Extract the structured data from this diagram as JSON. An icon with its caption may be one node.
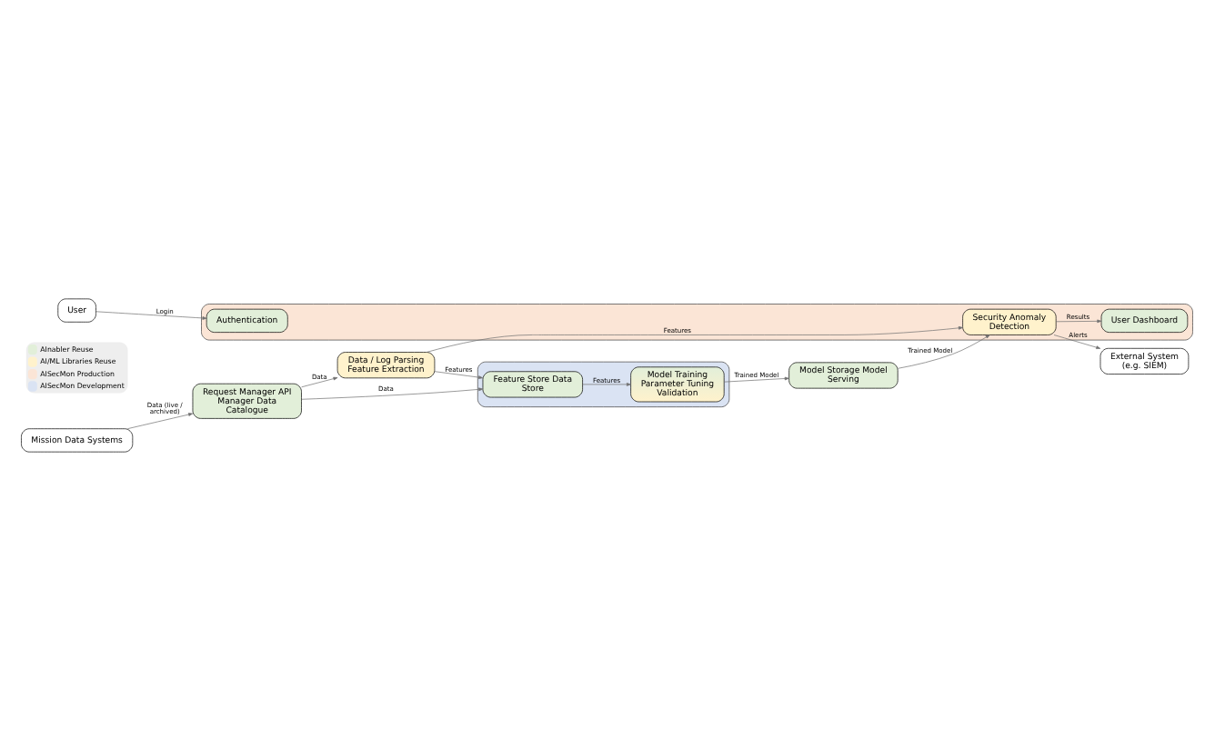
{
  "diagram": {
    "nodes": [
      {
        "text": [
          "External System (e.g. SIEM)"
        ]
      },
      {
        "text": [
          "User"
        ]
      },
      {
        "text": [
          "Mission Data Systems"
        ]
      },
      {
        "text": [],
        "shape": "box"
      },
      {
        "text": [
          "Security Anomaly Detection"
        ],
        "in": 3
      },
      {
        "text": [
          "Authentication"
        ],
        "in": 3
      },
      {
        "text": [
          "User Dashboard"
        ],
        "in": 3
      },
      {
        "text": [
          "Request Manager API Manager Data Catalogue"
        ]
      },
      {
        "text": [
          "Data / Log Parsing Feature Extraction"
        ]
      },
      {
        "text": [
          "Model Storage Model Serving"
        ]
      },
      {
        "text": [],
        "shape": "box"
      },
      {
        "text": [
          "Feature Store Data Store"
        ],
        "in": 10
      },
      {
        "text": [
          "Model Training Parameter Tuning Validation"
        ],
        "in": 10
      }
    ],
    "edges": [
      {
        "from": 4,
        "to": 0,
        "arrow": "to",
        "label": "Alerts"
      },
      {
        "from": 1,
        "to": 5,
        "arrow": "to",
        "label": "Login"
      },
      {
        "from": 4,
        "to": 6,
        "arrow": "to",
        "label": "Results"
      },
      {
        "from": 2,
        "to": 7,
        "arrow": "to",
        "label": "Data (live / archived)"
      },
      {
        "from": 8,
        "to": 4,
        "arrow": "to",
        "label": "Features"
      },
      {
        "from": 9,
        "to": 4,
        "arrow": "to",
        "label": "Trained Model"
      },
      {
        "from": 7,
        "to": 8,
        "arrow": "to",
        "label": "Data"
      },
      {
        "from": 7,
        "to": 11,
        "arrow": "to",
        "label": "Data"
      },
      {
        "from": 8,
        "to": 11,
        "arrow": "to",
        "label": "Features"
      },
      {
        "from": 11,
        "to": 12,
        "arrow": "to",
        "label": "Features"
      },
      {
        "from": 12,
        "to": 9,
        "arrow": "to",
        "label": "Trained Model"
      }
    ],
    "legend": [
      {
        "text": "AInabler Reuse",
        "color": "#e2efd9"
      },
      {
        "text": "AI/ML Libraries Reuse",
        "color": "#fff2cc"
      },
      {
        "text": "AISecMon Production",
        "color": "#fbe5d6"
      },
      {
        "text": "AISecMon Development",
        "color": "#dae3f3"
      }
    ]
  }
}
